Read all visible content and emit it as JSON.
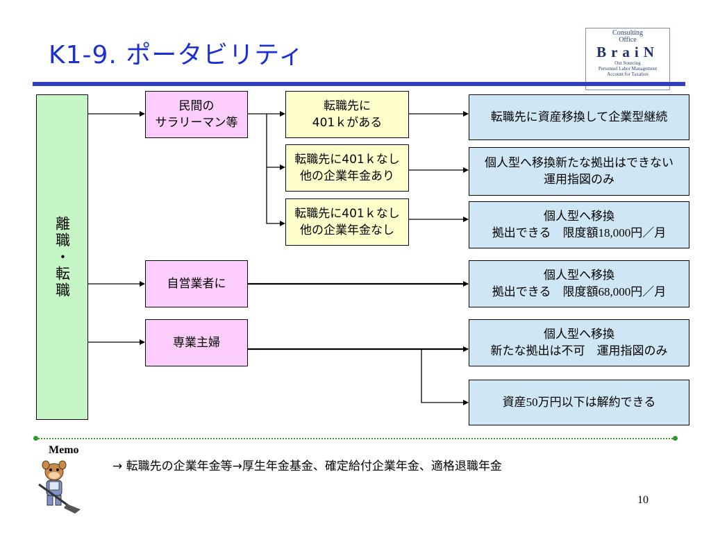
{
  "slide": {
    "title": "K1-9. ポータビリティ",
    "page_number": "10"
  },
  "logo": {
    "line1": "Consulting",
    "line2": "Office",
    "brand": "BraiN",
    "line3": "Out Sourcing",
    "line4": "Personnel Labor Management",
    "line5": "Account for Taxation"
  },
  "diagram": {
    "root": "離職・転職",
    "cat_salaryman": "民間の\nサラリーマン等",
    "cat_selfemployed": "自営業者に",
    "cat_housewife": "専業主婦",
    "cond_401k": "転職先に\n401ｋがある",
    "cond_no401k_pension": "転職先に401ｋなし\n他の企業年金あり",
    "cond_no401k_nopension": "転職先に401ｋなし\n他の企業年金なし",
    "result_corporate": "転職先に資産移換して企業型継続",
    "result_personal_manage": "個人型へ移換新たな拠出はできない\n運用指図のみ",
    "result_personal_18000": "個人型へ移換\n拠出できる　限度額18,000円／月",
    "result_personal_68000": "個人型へ移換\n拠出できる　限度額68,000円／月",
    "result_personal_nocontrib": "個人型へ移換\n新たな拠出は不可　運用指図のみ",
    "result_cancel": "資産50万円以下は解約できる"
  },
  "memo": {
    "label": "Memo",
    "text": "→ 転職先の企業年金等→厚生年金基金、確定給付企業年金、適格退職年金"
  },
  "colors": {
    "title": "#1a2fd6",
    "rule": "#2f3fc0",
    "root_fill": "#c6f5c6",
    "category_fill": "#fccdfa",
    "condition_fill": "#ffffcc",
    "result_fill": "#cfe6f5",
    "memo_line": "#2a9a2a"
  }
}
